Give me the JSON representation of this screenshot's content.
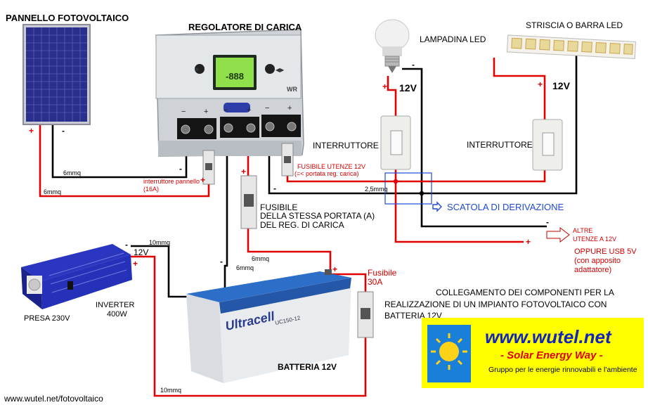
{
  "labels": {
    "panel_title": "PANNELLO FOTOVOLTAICO",
    "regulator_title": "REGOLATORE DI CARICA",
    "bulb_title": "LAMPADINA LED",
    "strip_title": "STRISCIA O BARRA LED",
    "v12_bulb": "12V",
    "v12_strip": "12V",
    "switch1": "INTERRUTTORE",
    "switch2": "INTERRUTTORE",
    "fuse_users_line1": "FUSIBILE UTENZE 12V",
    "fuse_users_line2": "(=< portata reg. carica)",
    "panel_switch_line1": "interruttore pannello",
    "panel_switch_line2": "(16A)",
    "fuse_reg_line1": "FUSIBILE",
    "fuse_reg_line2": "DELLA STESSA PORTATA (A)",
    "fuse_reg_line3": "DEL REG. DI CARICA",
    "junction_box": "SCATOLA DI DERIVAZIONE",
    "other_users_line1": "ALTRE",
    "other_users_line2": "UTENZE A 12V",
    "usb_line1": "OPPURE USB 5V",
    "usb_line2": "(con apposito",
    "usb_line3": "adattatore)",
    "inverter_line1": "INVERTER",
    "inverter_line2": "400W",
    "socket": "PRESA 230V",
    "v12_inverter": "12V",
    "battery_title": "BATTERIA 12V",
    "fuse30_line1": "Fusibile",
    "fuse30_line2": "30A",
    "caption_line1": "COLLEGAMENTO DEI COMPONENTI PER LA",
    "caption_line2": "REALIZZAZIONE DI UN IMPIANTO FOTOVOLTAICO CON",
    "caption_line3": "BATTERIA 12V",
    "footer_url": "www.wutel.net/fotovoltaico",
    "wire_6mmq_a": "6mmq",
    "wire_6mmq_b": "6mmq",
    "wire_6mmq_c": "6mmq",
    "wire_6mmq_d": "6mmq",
    "wire_25mmq": "2,5mmq",
    "wire_10mmq_a": "10mmq",
    "wire_10mmq_b": "10mmq",
    "plus": "+",
    "minus": "-",
    "regulator_brand": "WR",
    "lcd_value": "-888",
    "battery_brand": "Ultracell",
    "battery_model": "UC150-12"
  },
  "logo": {
    "title": "www.wutel.net",
    "subtitle": "- Solar Energy Way -",
    "tagline": "Gruppo per le energie rinnovabili e l'ambiente"
  },
  "colors": {
    "wire_positive": "#e00000",
    "wire_negative": "#000000",
    "junction_box": "#1f4ad6",
    "logo_background": "#ffff00",
    "logo_title": "#1326b8",
    "logo_subtitle": "#e00000"
  },
  "icons": [
    "solar-panel-icon",
    "charge-controller-icon",
    "led-bulb-icon",
    "led-strip-icon",
    "wall-switch-icon",
    "din-fuse-icon",
    "inverter-icon",
    "battery-icon",
    "sun-logo-icon",
    "arrow-icon"
  ]
}
